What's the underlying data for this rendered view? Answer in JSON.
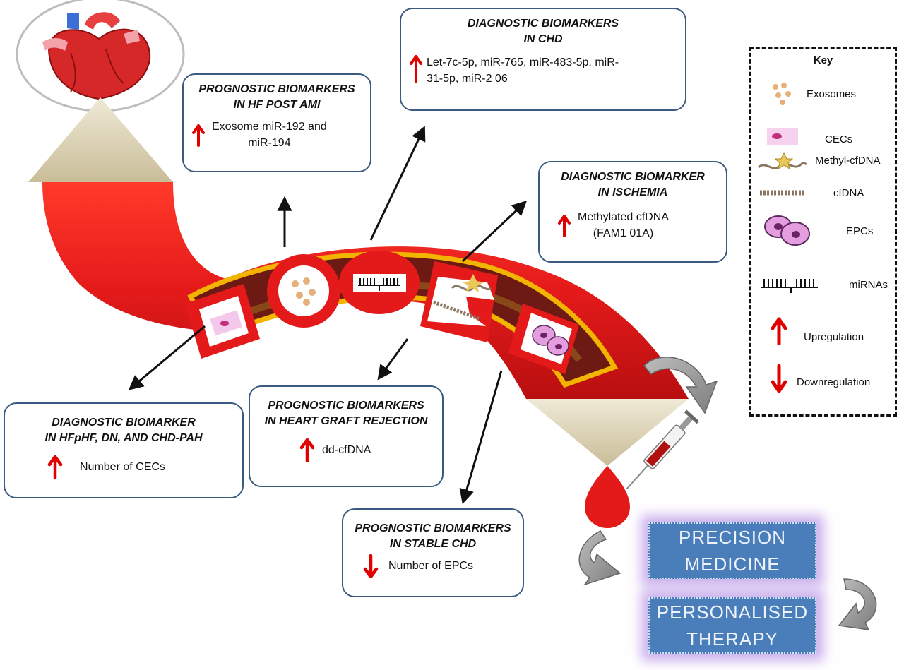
{
  "boxes": {
    "hf_post_ami": {
      "title_1": "PROGNOSTIC BIOMARKERS",
      "title_2": "IN  HF POST AMI",
      "body_1": "Exosome miR-192 and",
      "body_2": "miR-194",
      "direction": "up"
    },
    "chd": {
      "title_1": "DIAGNOSTIC BIOMARKERS",
      "title_2": "IN CHD",
      "body_1": "Let-7c-5p,  miR-765,  miR-483-5p,  miR-",
      "body_2": "31-5p,  miR-2 06",
      "direction": "up"
    },
    "ischemia": {
      "title_1": "DIAGNOSTIC BIOMARKER",
      "title_2": "IN ISCHEMIA",
      "body_1": "Methylated cfDNA",
      "body_2": "(FAM1 01A)",
      "direction": "up"
    },
    "hfphf": {
      "title_1": "DIAGNOSTIC BIOMARKER",
      "title_2": "IN  HFpHF,  DN,  AND CHD-PAH",
      "body_1": "Number  of CECs",
      "direction": "up"
    },
    "graft": {
      "title_1": "PROGNOSTIC BIOMARKERS",
      "title_2": "IN HEART  GRAFT REJECTION",
      "body_1": "dd-cfDNA",
      "direction": "up"
    },
    "stable_chd": {
      "title_1": "PROGNOSTIC BIOMARKERS",
      "title_2": "IN STABLE CHD",
      "body_1": "Number of EPCs",
      "direction": "down"
    }
  },
  "key": {
    "title": "Key",
    "items": [
      {
        "label": "Exosomes",
        "icon": "exosomes-icon"
      },
      {
        "label": "CECs",
        "icon": "cec-icon"
      },
      {
        "label": "Methyl-cfDNA",
        "icon": "methyl-cfdna-icon"
      },
      {
        "label": "cfDNA",
        "icon": "cfdna-icon"
      },
      {
        "label": "EPCs",
        "icon": "epc-icon"
      },
      {
        "label": "miRNAs",
        "icon": "mirna-icon"
      },
      {
        "label": "Upregulation",
        "icon": "up-arrow-icon"
      },
      {
        "label": "Downregulation",
        "icon": "down-arrow-icon"
      }
    ]
  },
  "actions": {
    "precision_1": "PRECISION",
    "precision_2": "MEDICINE",
    "personalised_1": "PERSONALISED",
    "personalised_2": "THERAPY"
  },
  "colors": {
    "vessel_red": "#e41a1a",
    "box_border": "#3a5a80",
    "arrow_red": "#e00000",
    "action_blue": "#4a7ebb",
    "glow_purple": "#a06edc",
    "beige": "#d8ceb0"
  }
}
